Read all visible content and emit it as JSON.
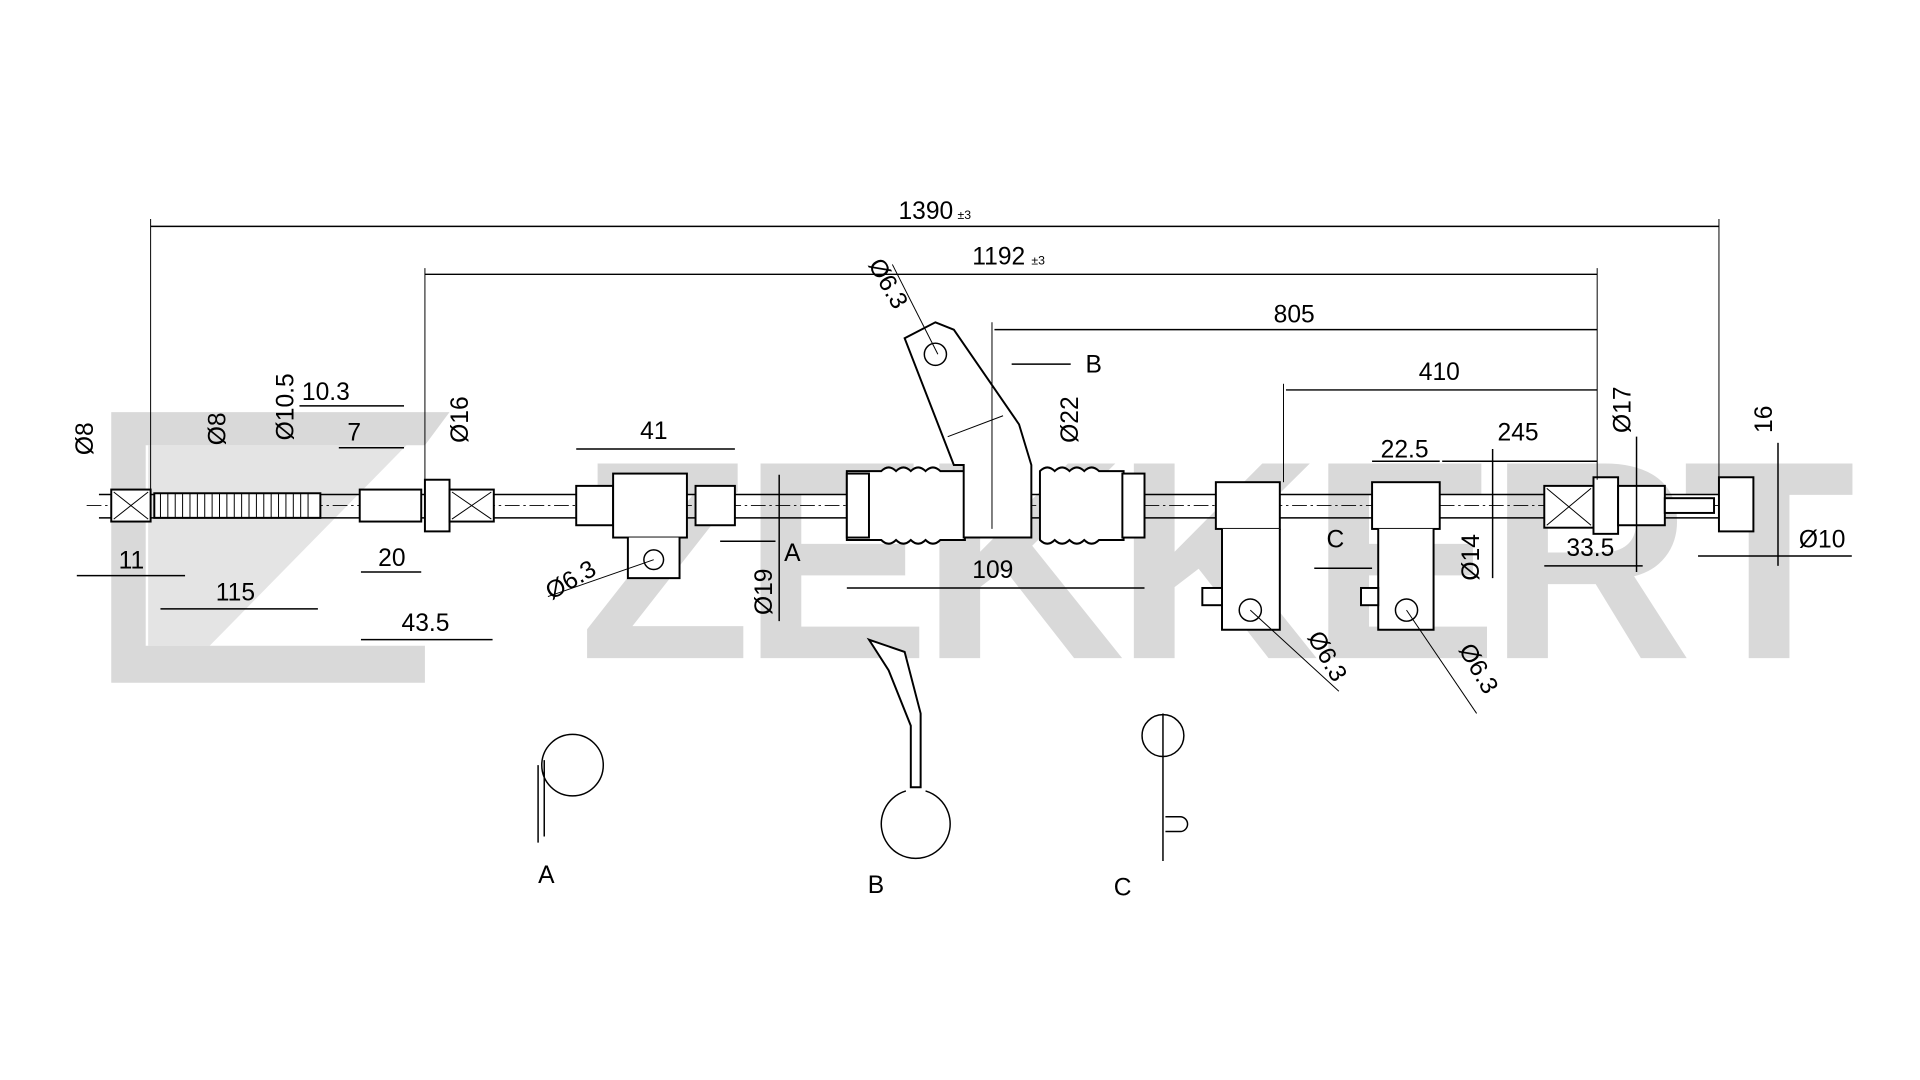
{
  "drawing": {
    "watermark": "ZEKKERT",
    "tolerance": "±3",
    "dimensions": {
      "overall_length": "1390",
      "sheath_length": "1192",
      "bracket_b_to_end": "805",
      "clip_c_to_end": "410",
      "clip2_to_end": "245",
      "clip_width": "22.5",
      "clip_a_width": "41",
      "boot_length": "109",
      "end_fitting_length": "43.5",
      "fitting_20": "20",
      "spring_length": "115",
      "end_11": "11",
      "dim_10_3": "10.3",
      "dim_7": "7",
      "end_33_5": "33.5",
      "dim_16": "16",
      "dia_8_end": "Ø8",
      "dia_8_spring": "Ø8",
      "dia_10_5": "Ø10.5",
      "dia_16": "Ø16",
      "dia_19": "Ø19",
      "dia_22": "Ø22",
      "dia_14": "Ø14",
      "dia_17": "Ø17",
      "dia_10": "Ø10",
      "hole_a": "Ø6.3",
      "hole_b": "Ø6.3",
      "hole_c1": "Ø6.3",
      "hole_c2": "Ø6.3"
    },
    "view_arrows": {
      "a": "A",
      "b": "B",
      "c": "C"
    },
    "detail_views": [
      {
        "label": "A"
      },
      {
        "label": "B"
      },
      {
        "label": "C"
      }
    ]
  }
}
